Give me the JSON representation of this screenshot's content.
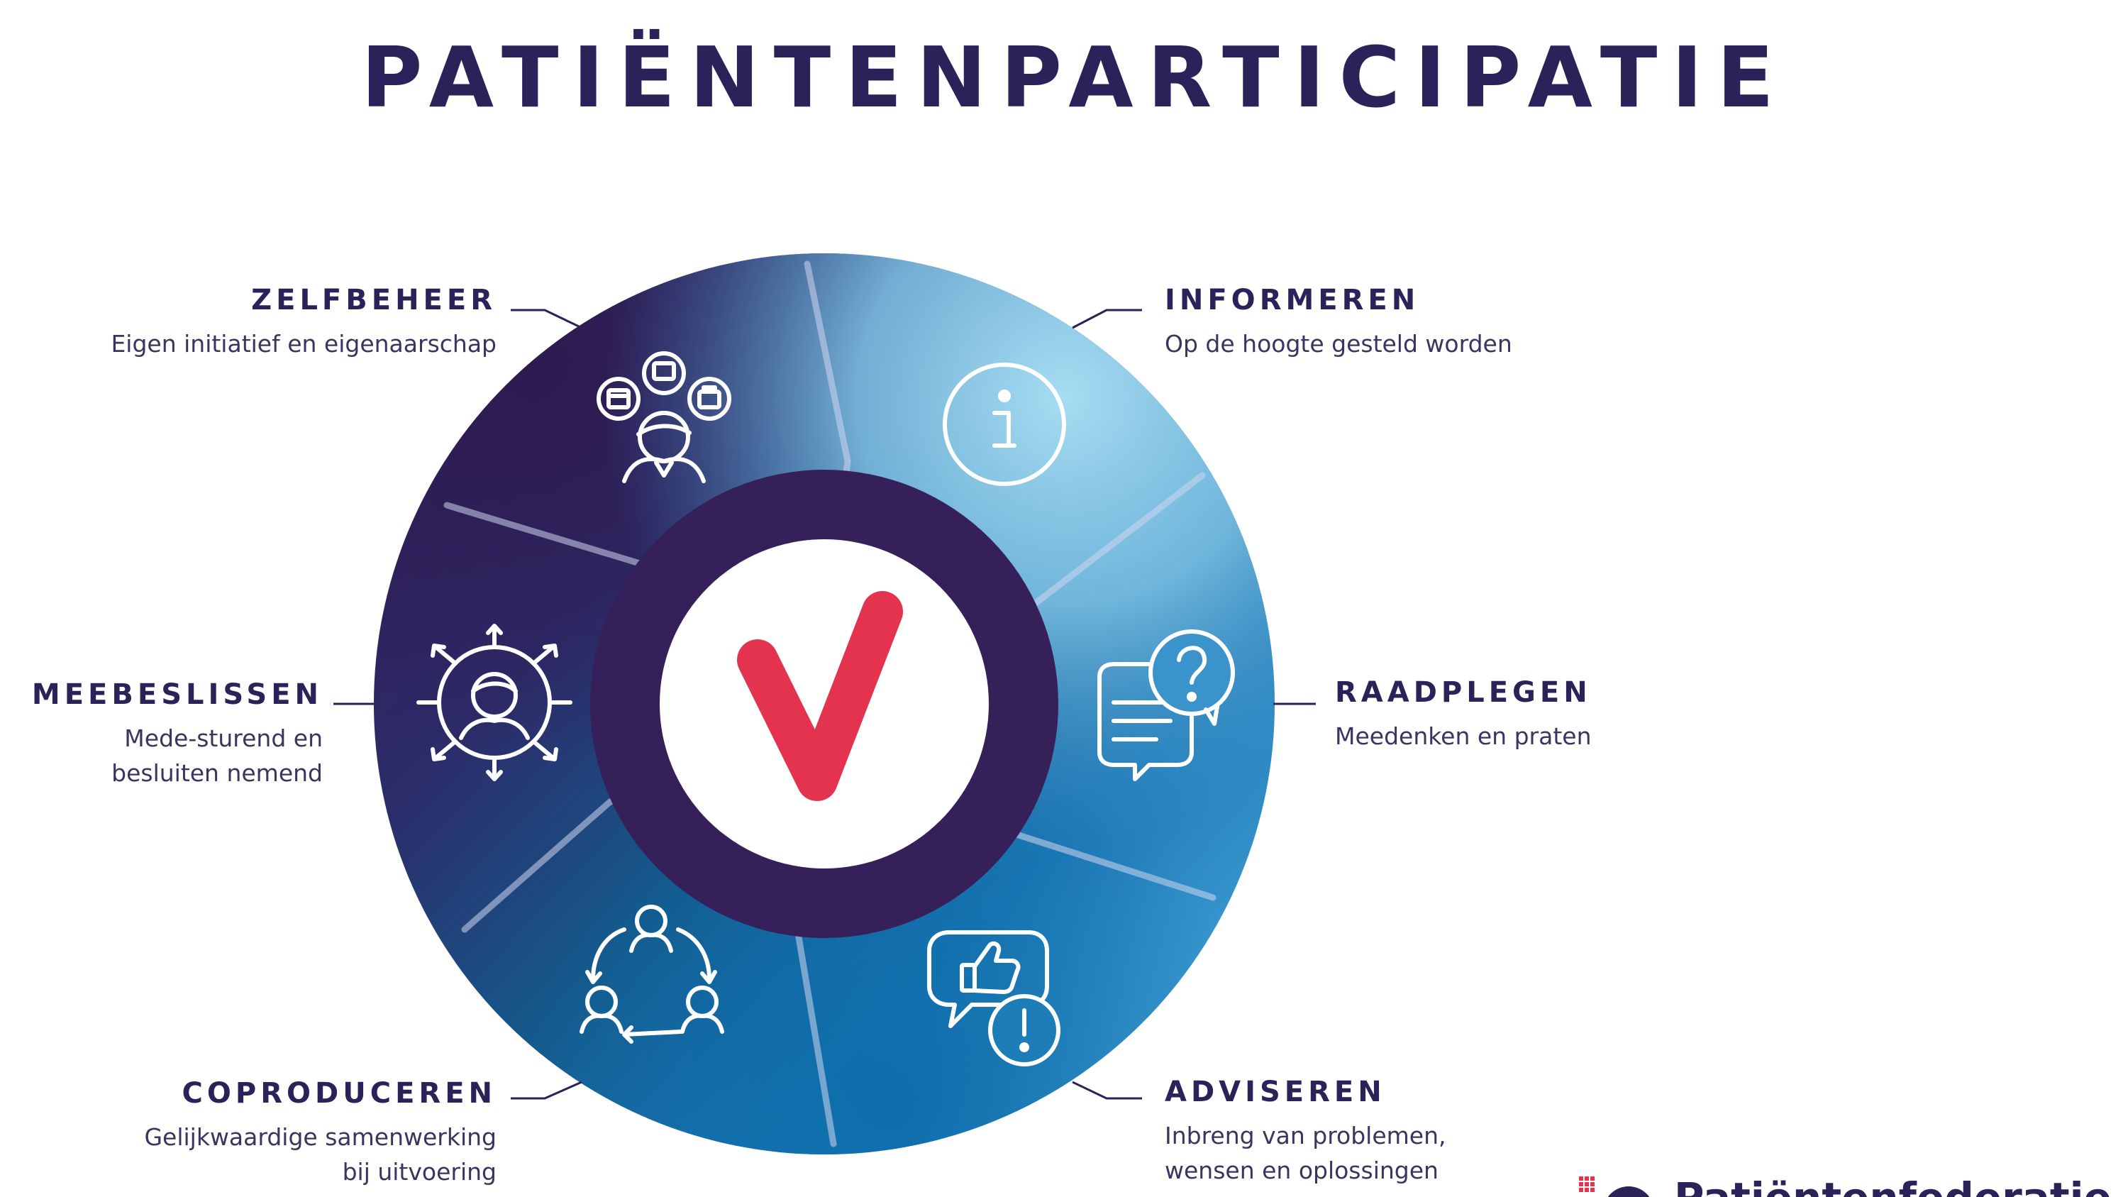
{
  "title": "PATIËNTENPARTICIPATIE",
  "colors": {
    "title": "#2c2259",
    "dark_purple": "#35205a",
    "light_blue": "#8fd0ec",
    "mid_blue": "#2a86c2",
    "deep_blue": "#0f5f94",
    "check_red": "#e3334f"
  },
  "segments": [
    {
      "key": "zelfbeheer",
      "title": "ZELFBEHEER",
      "description": "Eigen initiatief en eigenaarschap",
      "icon": "self-management-icon"
    },
    {
      "key": "informeren",
      "title": "INFORMEREN",
      "description": "Op de hoogte gesteld worden",
      "icon": "info-icon"
    },
    {
      "key": "meebeslissen",
      "title": "MEEBESLISSEN",
      "description_lines": [
        "Mede-sturend en",
        "besluiten nemend"
      ],
      "icon": "decision-icon"
    },
    {
      "key": "raadplegen",
      "title": "RAADPLEGEN",
      "description": "Meedenken en praten",
      "icon": "question-chat-icon"
    },
    {
      "key": "coproduceren",
      "title": "COPRODUCEREN",
      "description_lines": [
        "Gelijkwaardige samenwerking",
        "bij uitvoering"
      ],
      "icon": "cycle-people-icon"
    },
    {
      "key": "adviseren",
      "title": "ADVISEREN",
      "description_lines": [
        "Inbreng van problemen,",
        "wensen en oplossingen"
      ],
      "icon": "thumbs-up-alert-icon"
    }
  ],
  "center_icon": "checkmark-icon",
  "logo": {
    "text": "Patiëntenfederatie"
  }
}
